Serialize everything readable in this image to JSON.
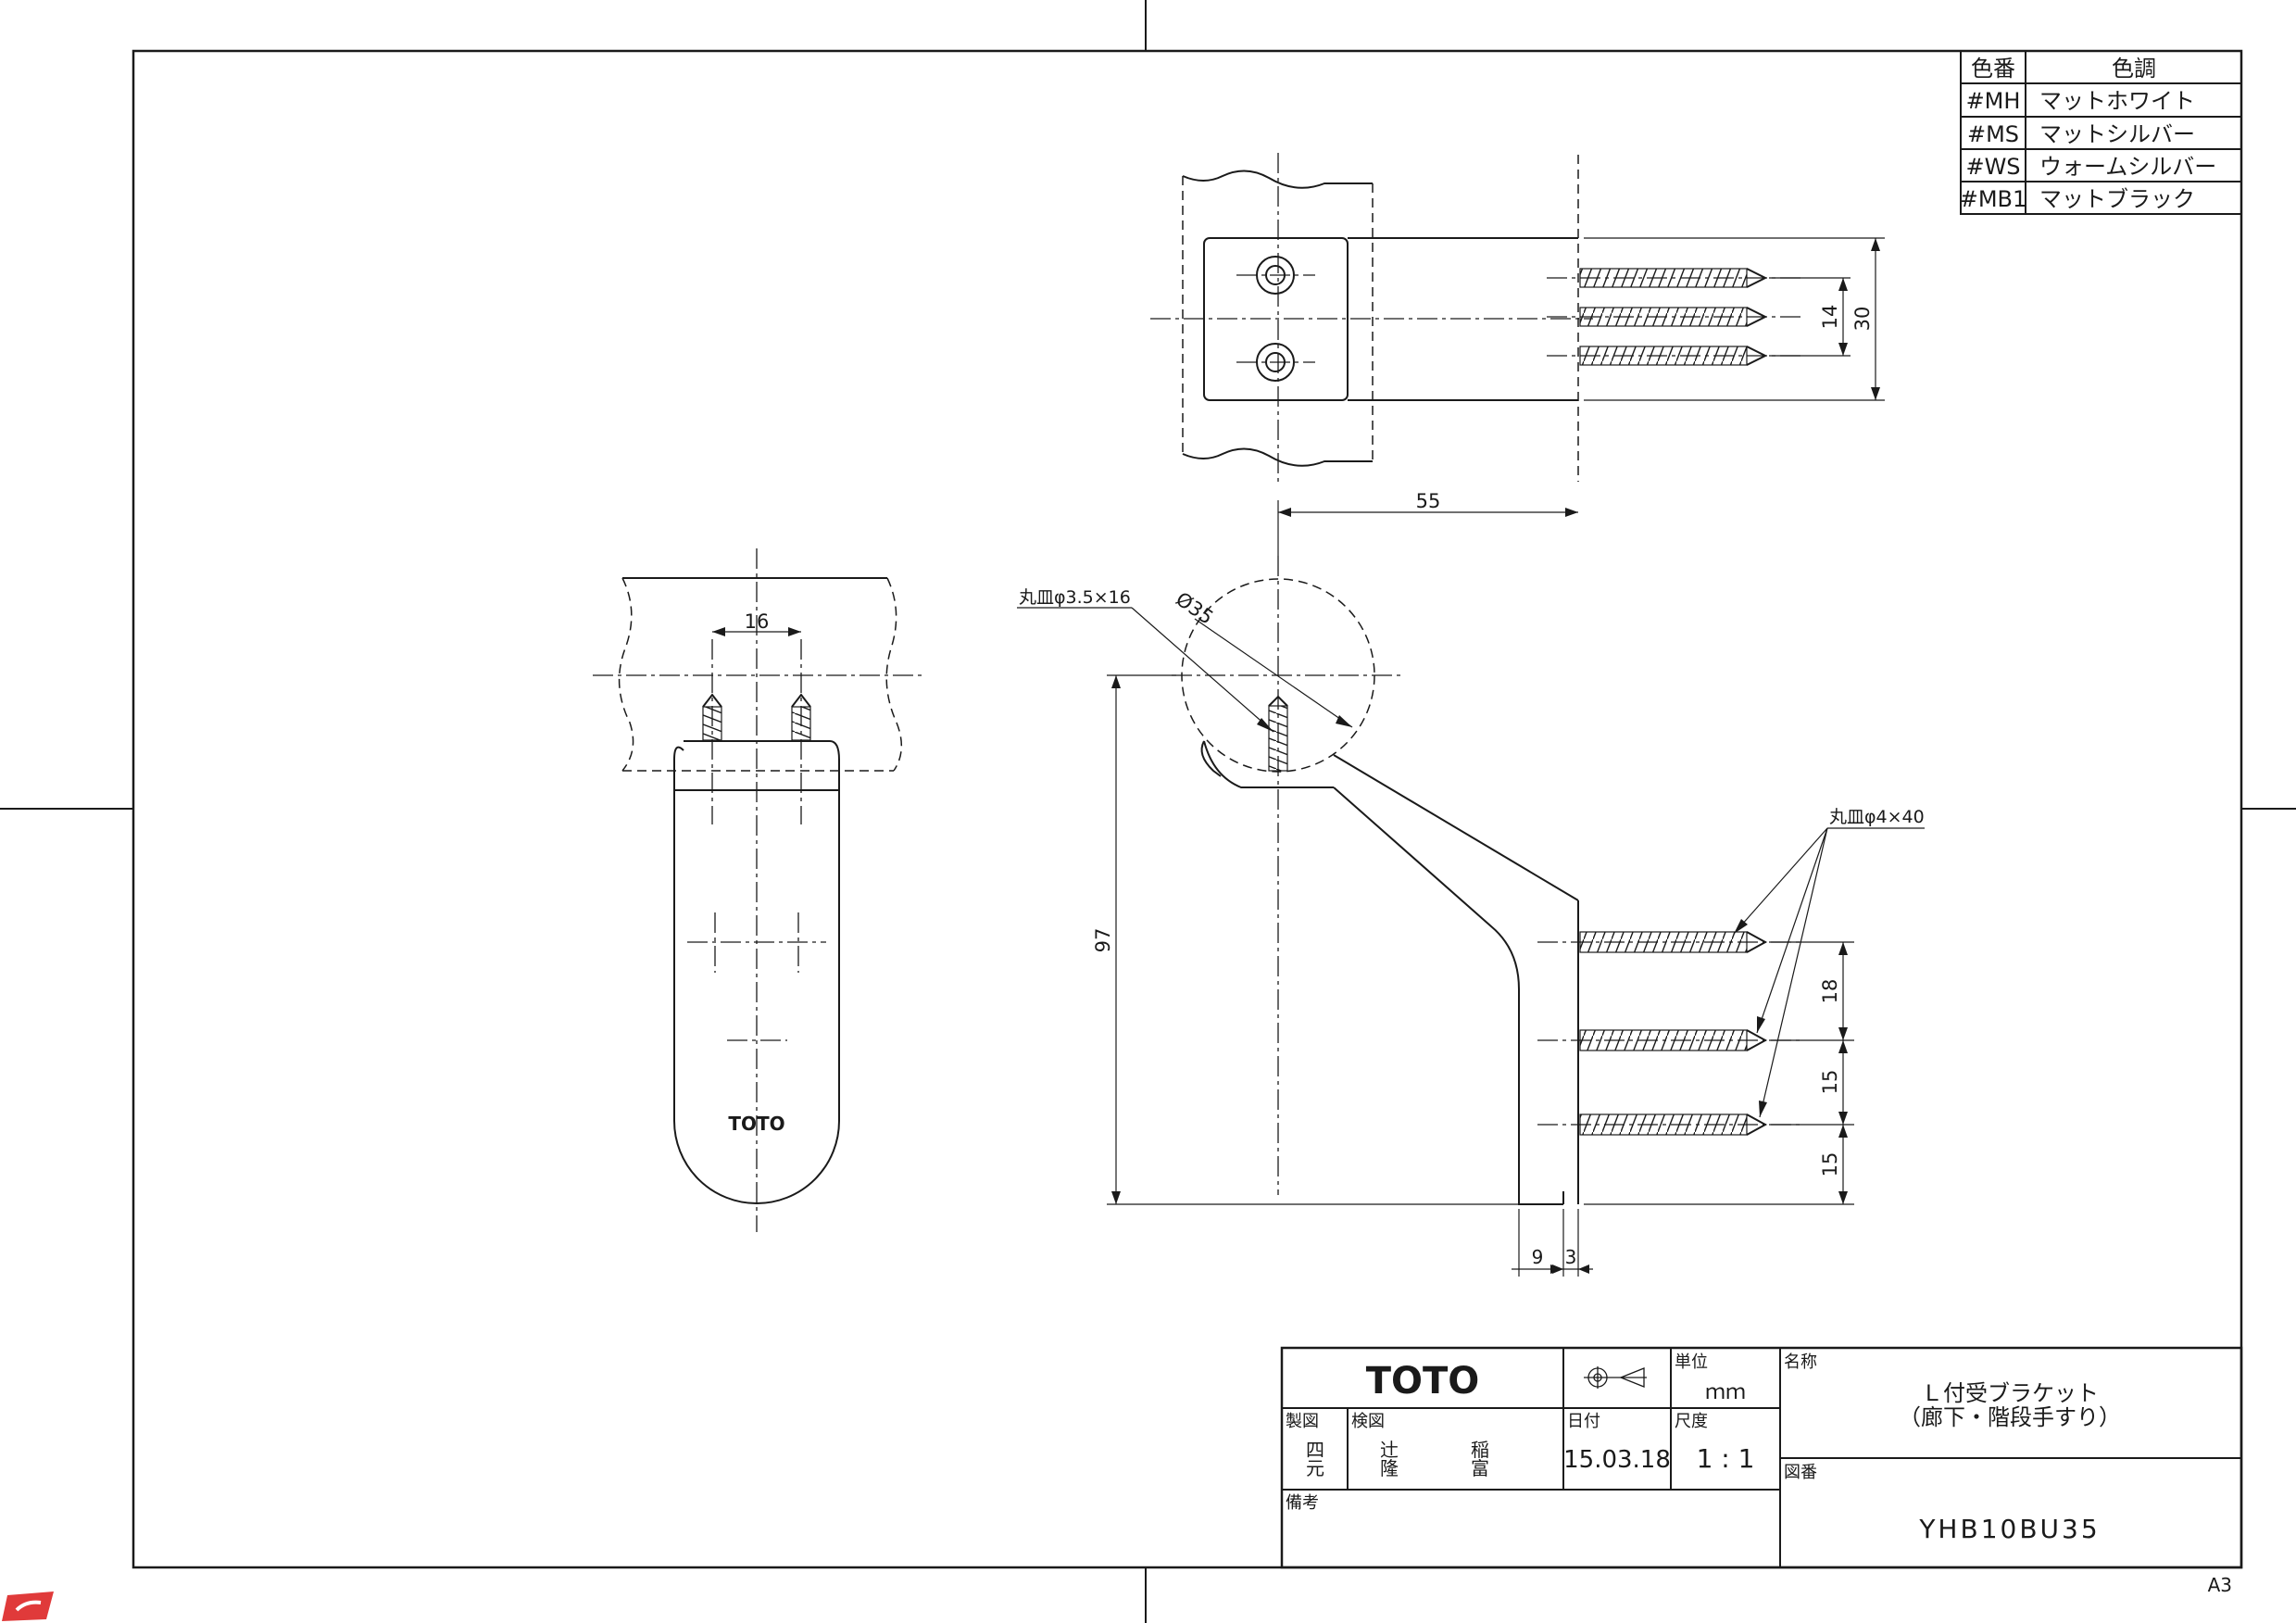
{
  "color_table": {
    "header_code": "色番",
    "header_tone": "色調",
    "rows": [
      {
        "code": "#MH",
        "name": "マットホワイト"
      },
      {
        "code": "#MS",
        "name": "マットシルバー"
      },
      {
        "code": "#WS",
        "name": "ウォームシルバー"
      },
      {
        "code": "#MB1",
        "name": "マットブラック"
      }
    ]
  },
  "dimensions": {
    "d14": "14",
    "d30": "30",
    "d55": "55",
    "d16": "16",
    "d35": "Ø35",
    "d97": "97",
    "d18": "18",
    "d15a": "15",
    "d15b": "15",
    "d9": "9",
    "d3": "3"
  },
  "callouts": {
    "small_screw": "丸皿φ3.5×16",
    "large_screw": "丸皿φ4×40"
  },
  "front_logo": "TOTO",
  "title_block": {
    "logo": "TOTO",
    "unit_label": "単位",
    "unit_value": "ｍｍ",
    "name_label": "名称",
    "name_line1": "Ｌ付受ブラケット",
    "name_line2": "（廊下・階段手すり）",
    "drawn_label": "製図",
    "drawn_line1": "四",
    "drawn_line2": "元",
    "checked_label": "検図",
    "checked_a1": "辻",
    "checked_a2": "隆",
    "checked_b1": "稲",
    "checked_b2": "富",
    "date_label": "日付",
    "date_value": "15.03.18",
    "scale_label": "尺度",
    "scale_value": "1 : 1",
    "drawing_no_label": "図番",
    "drawing_no": "YHB10BU35",
    "remarks_label": "備考"
  },
  "sheet_size": "A3"
}
